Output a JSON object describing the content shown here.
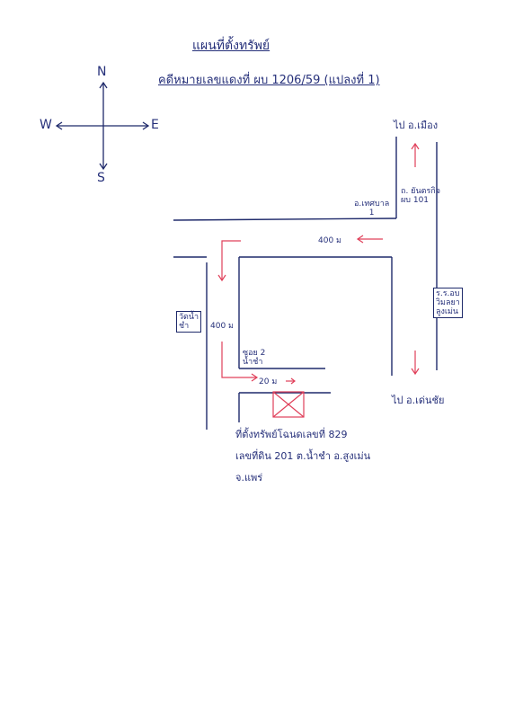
{
  "header": {
    "title": "แผนที่ตั้งทรัพย์",
    "subtitle": "คดีหมายเลขแดงที่ ผบ 1206/59 (แปลงที่ 1)"
  },
  "compass": {
    "north": "N",
    "south": "S",
    "east": "E",
    "west": "W"
  },
  "labels": {
    "to_top": "ไป อ.เมือง",
    "to_bottom": "ไป อ.เด่นชัย",
    "road_name": "ถ. ยันตรกิจ\nผบ 101",
    "junction": "อ.เทศบาล\n1",
    "dist_top": "400 ม",
    "dist_left": "400 ม",
    "dist_small": "20 ม",
    "soi": "ซอย 2\nน้ำชำ",
    "temple": "วัดน้ำ\nชำ",
    "school": "ร.ร.อบ\nวิมลยา\nลูงเม่น"
  },
  "note": {
    "line1": "ที่ตั้งทรัพย์โฉนดเลขที่ 829",
    "line2": "เลขที่ดิน 201 ต.น้ำชำ อ.สูงเม่น",
    "line3": "จ.แพร่"
  },
  "colors": {
    "ink": "#1f2a6b",
    "red": "#e0405a"
  }
}
